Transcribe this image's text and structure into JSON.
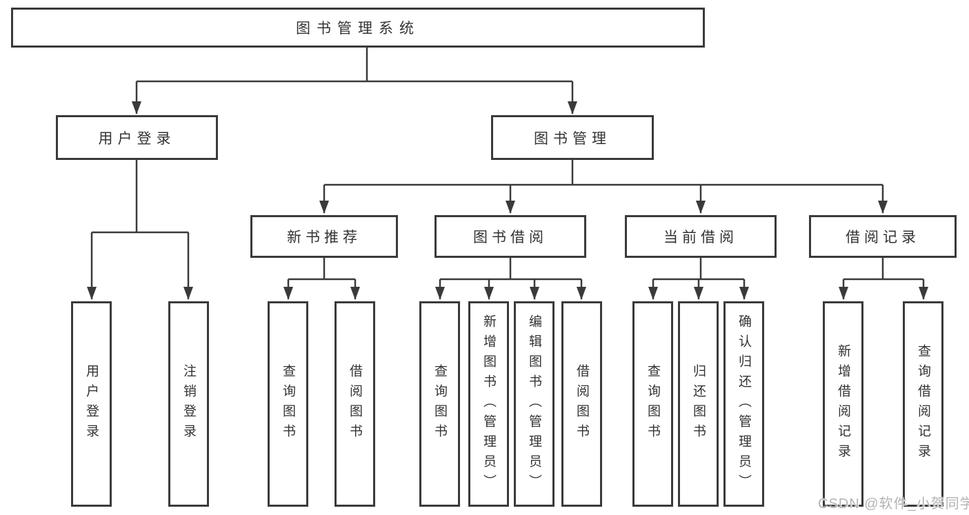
{
  "root": {
    "label": "图书管理系统"
  },
  "branches": [
    {
      "label": "用户登录",
      "children": [
        "用户登录",
        "注销登录"
      ]
    },
    {
      "label": "图书管理"
    }
  ],
  "modules": [
    {
      "label": "新书推荐",
      "children": [
        "查询图书",
        "借阅图书"
      ]
    },
    {
      "label": "图书借阅",
      "children": [
        "查询图书",
        "新增图书（管理员）",
        "编辑图书（管理员）",
        "借阅图书"
      ]
    },
    {
      "label": "当前借阅",
      "children": [
        "查询图书",
        "归还图书",
        "确认归还（管理员）"
      ]
    },
    {
      "label": "借阅记录",
      "children": [
        "新增借阅记录",
        "查询借阅记录"
      ]
    }
  ],
  "watermark": "CSDN @软件_小贺同学",
  "colors": {
    "line": "#3a3a3a",
    "box_border": "#3a3a3a",
    "text": "#333333",
    "watermark": "#b3b3b3",
    "background": "#ffffff"
  }
}
